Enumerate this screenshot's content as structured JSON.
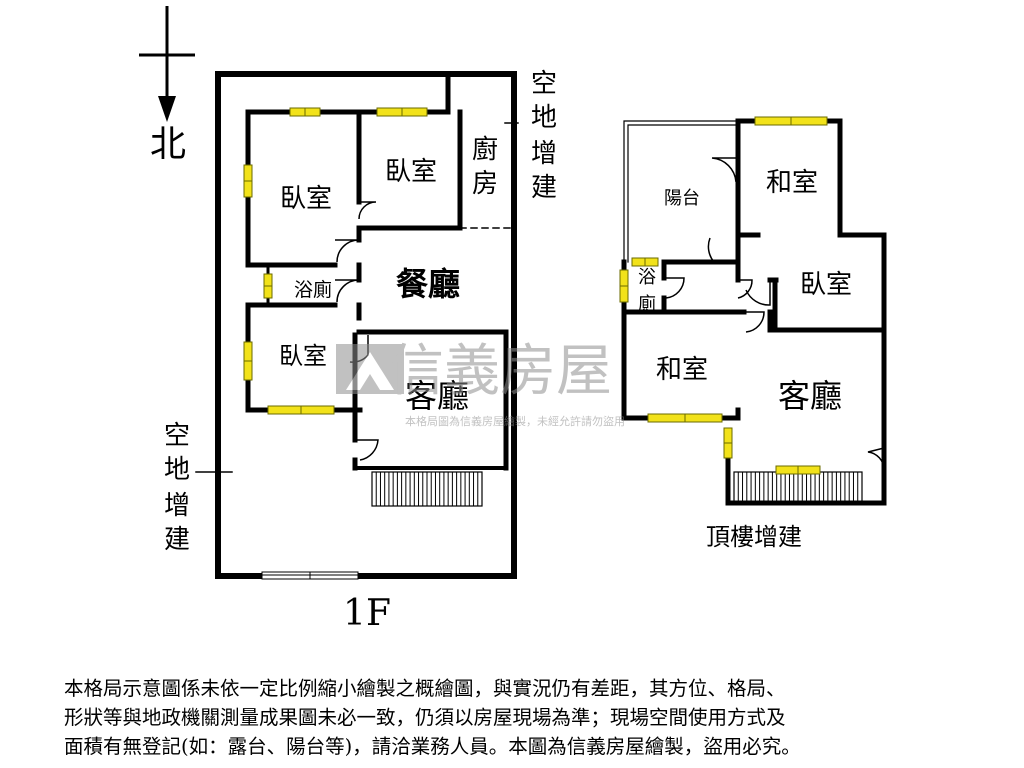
{
  "compass": {
    "north_label": "北"
  },
  "floor1": {
    "title": "1F",
    "rooms": {
      "bedroom_top_left": "臥室",
      "bedroom_top_right": "臥室",
      "bedroom_lower": "臥室",
      "kitchen": "廚房",
      "dining": "餐廳",
      "bath": "浴廁",
      "living": "客廳"
    },
    "extension_right": "空地增建",
    "extension_left": "空地增建"
  },
  "rooftop": {
    "title": "頂樓增建",
    "rooms": {
      "balcony": "陽台",
      "tatami_top": "和室",
      "bedroom": "臥室",
      "bath_top": "浴",
      "bath_bottom": "廁",
      "tatami_bottom": "和室",
      "living": "客廳"
    }
  },
  "watermark": {
    "brand": "信義房屋",
    "notice": "本格局圖為信義房屋繪製，未經允許請勿盜用"
  },
  "disclaimer": {
    "line1": "本格局示意圖係未依一定比例縮小繪製之概繪圖，與實況仍有差距，其方位、格局、",
    "line2": "形狀等與地政機關測量成果圖未必一致，仍須以房屋現場為準；現場空間使用方式及",
    "line3": "面積有無登記(如：露台、陽台等)，請洽業務人員。本圖為信義房屋繪製，盜用必究。"
  },
  "colors": {
    "wall": "#000000",
    "window_fill": "#f2e21a",
    "window_stroke": "#6b6b00",
    "watermark": "#9a9a9a"
  }
}
